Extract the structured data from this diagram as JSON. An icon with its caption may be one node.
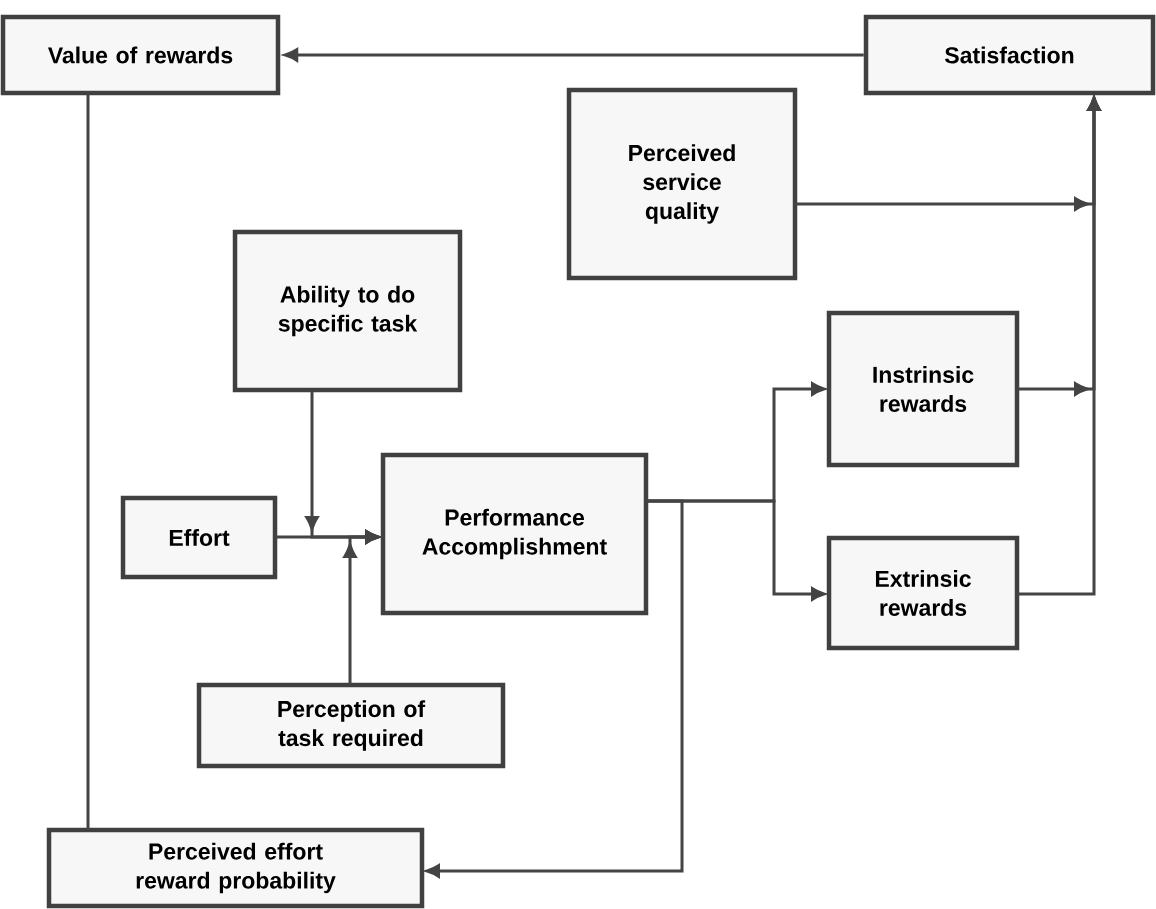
{
  "diagram": {
    "nodes": [
      {
        "text": [
          "Value of rewards"
        ]
      },
      {
        "text": [
          "Satisfaction"
        ]
      },
      {
        "text": [
          "Perceived service quality"
        ]
      },
      {
        "text": [
          "Ability to do specific task"
        ]
      },
      {
        "text": [
          "Effort"
        ]
      },
      {
        "text": [
          "Performance Accomplishment"
        ]
      },
      {
        "text": [
          "Instrinsic rewards"
        ]
      },
      {
        "text": [
          "Extrinsic rewards"
        ]
      },
      {
        "text": [
          "Perception of task required"
        ]
      },
      {
        "text": [
          "Perceived effort reward probability"
        ]
      }
    ],
    "edges": [
      {
        "from": 1,
        "to": 0,
        "arrow": "to"
      },
      {
        "from": 0,
        "to": 9,
        "arrow": "none"
      },
      {
        "from": 2,
        "to": 1,
        "arrow": "to"
      },
      {
        "from": 6,
        "to": 1,
        "arrow": "to"
      },
      {
        "from": 7,
        "to": 1,
        "arrow": "to"
      },
      {
        "from": 3,
        "to": 5,
        "arrow": "to"
      },
      {
        "from": 8,
        "to": 5,
        "arrow": "to"
      },
      {
        "from": 4,
        "to": 5,
        "arrow": "to"
      },
      {
        "from": 5,
        "to": 6,
        "arrow": "to"
      },
      {
        "from": 5,
        "to": 7,
        "arrow": "to"
      },
      {
        "from": 5,
        "to": 9,
        "arrow": "to"
      }
    ]
  }
}
